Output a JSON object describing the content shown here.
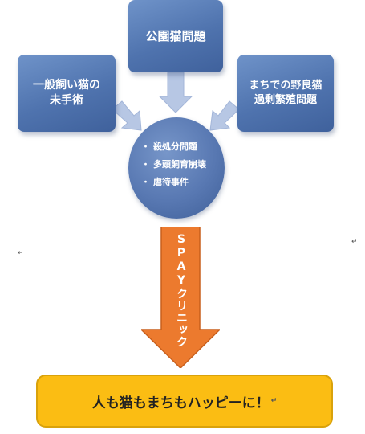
{
  "boxes": {
    "top": "公園猫問題",
    "left": "一般飼い猫の\n未手術",
    "right": "まちでの野良猫\n過剰繁殖問題"
  },
  "circle": {
    "items": [
      "殺処分問題",
      "多頭飼育崩壊",
      "虐待事件"
    ],
    "bullet": "・"
  },
  "arrow_text": "SPAYクリニック",
  "paragraph_mark": "↵",
  "banner": {
    "text": "人も猫もまちもハッピーに！",
    "mark": "↵"
  },
  "colors": {
    "box_blue": "#4f73ae",
    "arrow_light_blue": "#b7c7e4",
    "arrow_orange": "#ec7a2e",
    "banner_yellow": "#fbbd13"
  }
}
